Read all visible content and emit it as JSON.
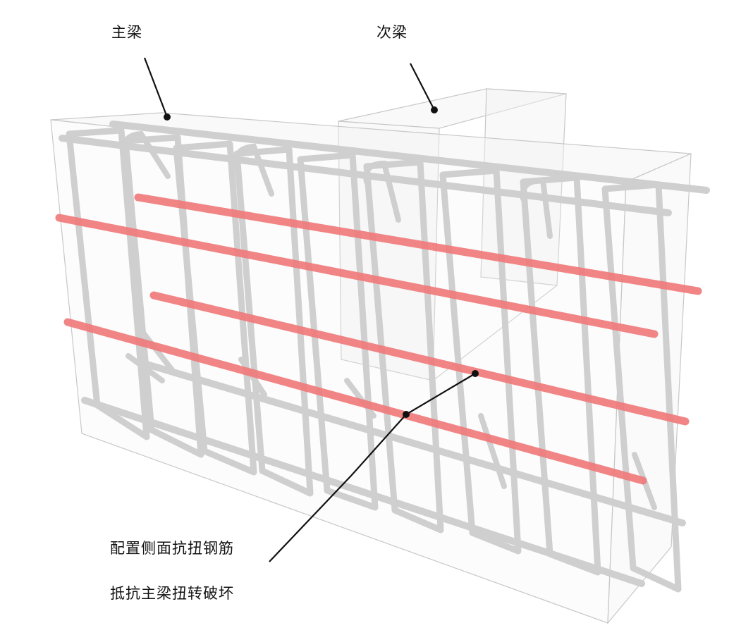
{
  "labels": {
    "main_beam": "主梁",
    "secondary_beam": "次梁",
    "note_line1": "配置侧面抗扭钢筋",
    "note_line2": "抵抗主梁扭转破坏"
  },
  "colors": {
    "background": "#ffffff",
    "concrete_edge": "#c8c8c8",
    "concrete_fill": "#f2f2f2",
    "rebar": "#cfcfcf",
    "torsion_rebar": "#f07878",
    "leader": "#111111"
  }
}
